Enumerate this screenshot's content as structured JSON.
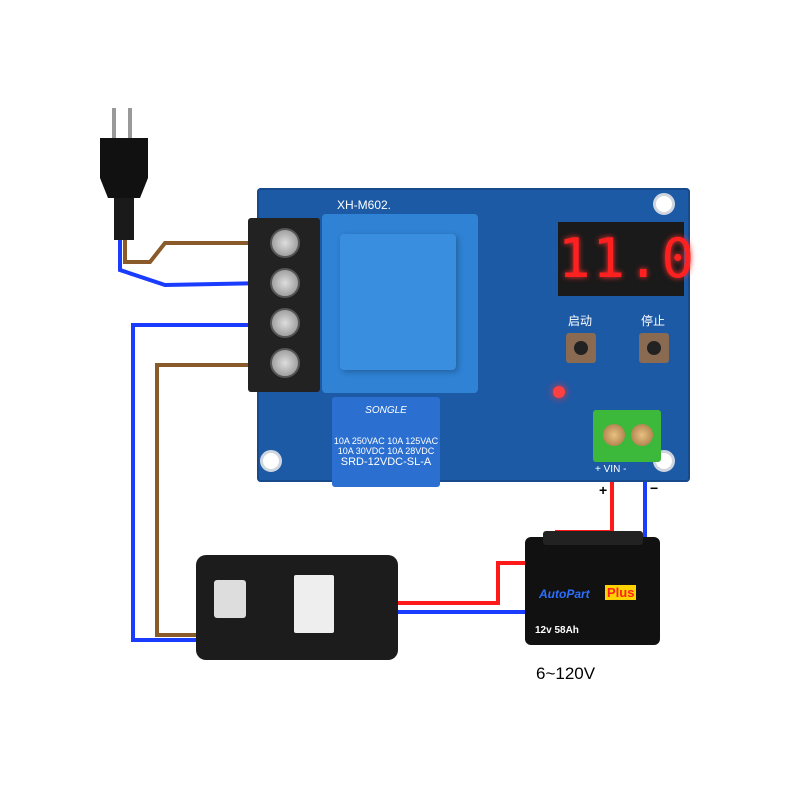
{
  "board": {
    "model": "XH-M602.",
    "display": "11.0",
    "start_label": "启动",
    "stop_label": "停止",
    "input_label": "+ VIN -"
  },
  "relay": {
    "brand": "SONGLE",
    "lines": [
      "10A 250VAC  10A 125VAC",
      "10A 30VDC  10A 28VDC",
      "SRD-12VDC-SL-A"
    ]
  },
  "battery": {
    "brand": "AutoPart",
    "series": "Plus",
    "rating": "12v 58Ah"
  },
  "labels": {
    "plus": "+",
    "minus": "−",
    "voltage_range": "6~120V"
  },
  "colors": {
    "board": "#1d5aa6",
    "red_wire": "#ff1a1a",
    "blue_wire": "#1a3cff",
    "brown_wire": "#8b5a2b"
  }
}
